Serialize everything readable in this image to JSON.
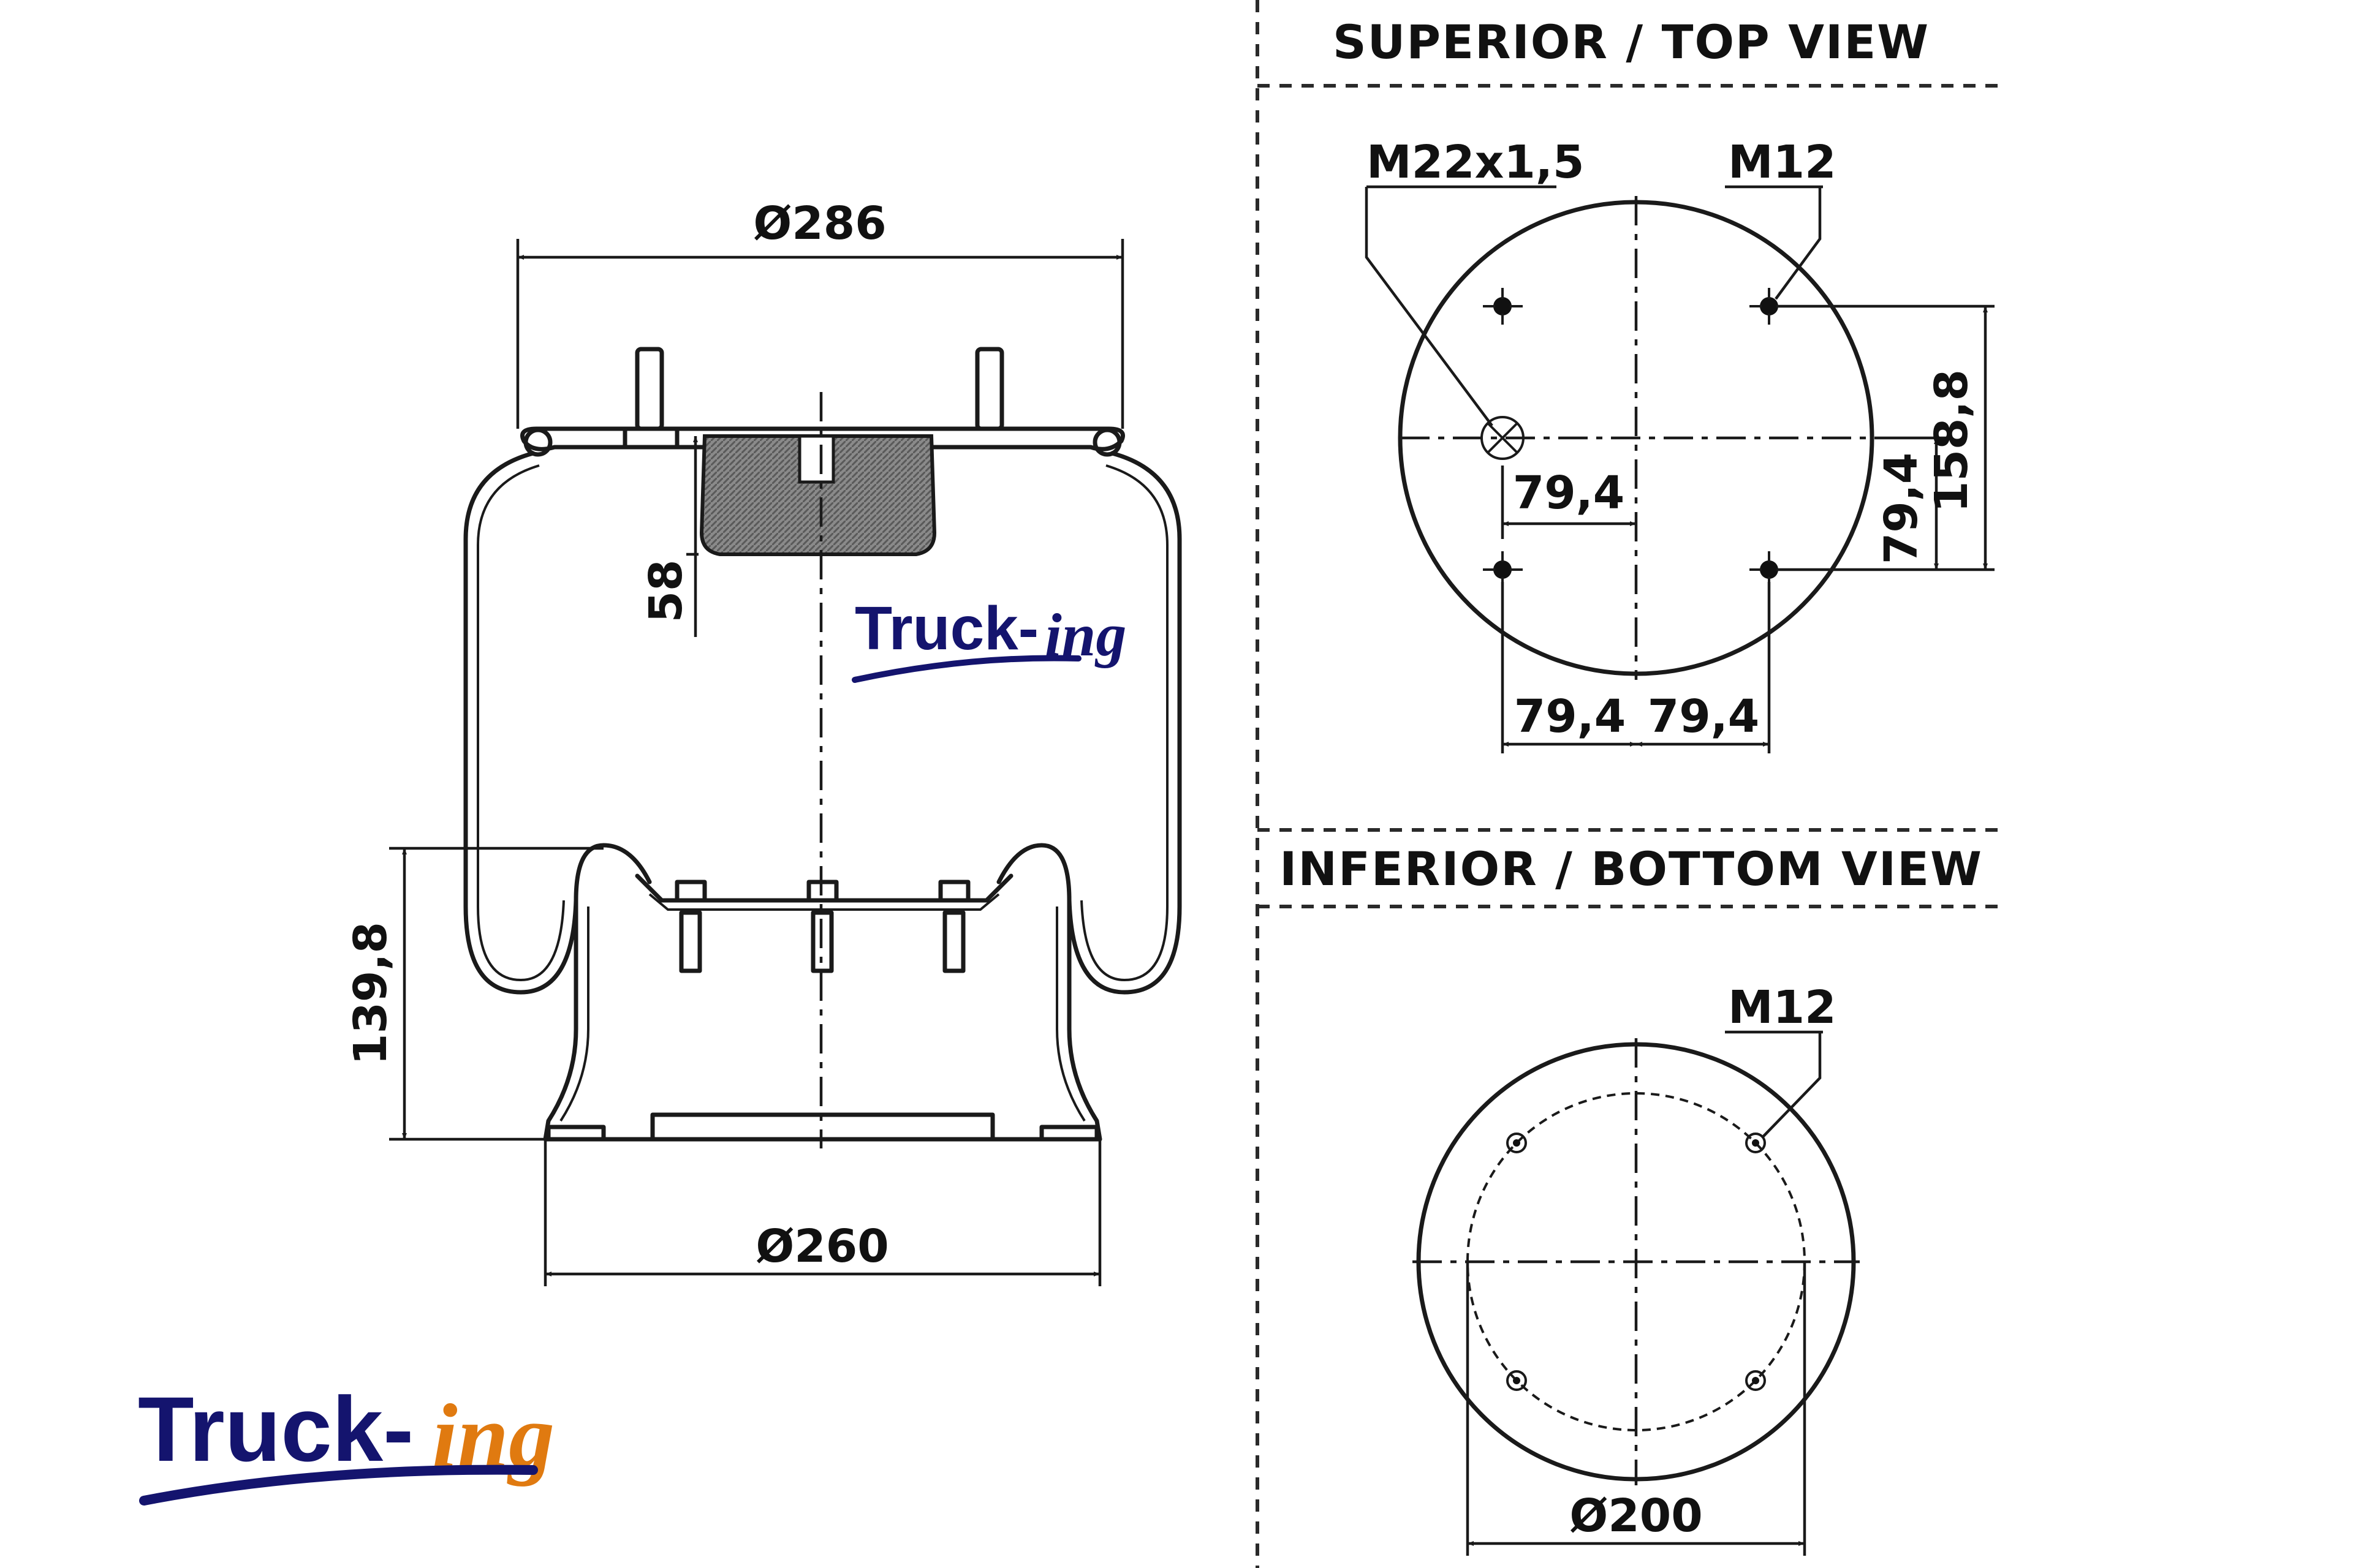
{
  "side_view": {
    "top_diameter": "Ø286",
    "bottom_diameter": "Ø260",
    "height_58": "58",
    "height_139": "139,8"
  },
  "top_view": {
    "title": "SUPERIOR / TOP VIEW",
    "air_inlet_thread": "M22x1,5",
    "stud_thread": "M12",
    "dim_center_offset": "79,4",
    "dim_bottom_left": "79,4",
    "dim_bottom_right": "79,4",
    "dim_vertical_half": "79,4",
    "dim_vertical_full": "158,8"
  },
  "bottom_view": {
    "title": "INFERIOR / BOTTOM VIEW",
    "stud_thread": "M12",
    "diameter": "Ø200"
  },
  "logo": {
    "main": "Truck-",
    "suffix": "ing",
    "main_color": "#14146e",
    "suffix_color": "#e07a10"
  }
}
